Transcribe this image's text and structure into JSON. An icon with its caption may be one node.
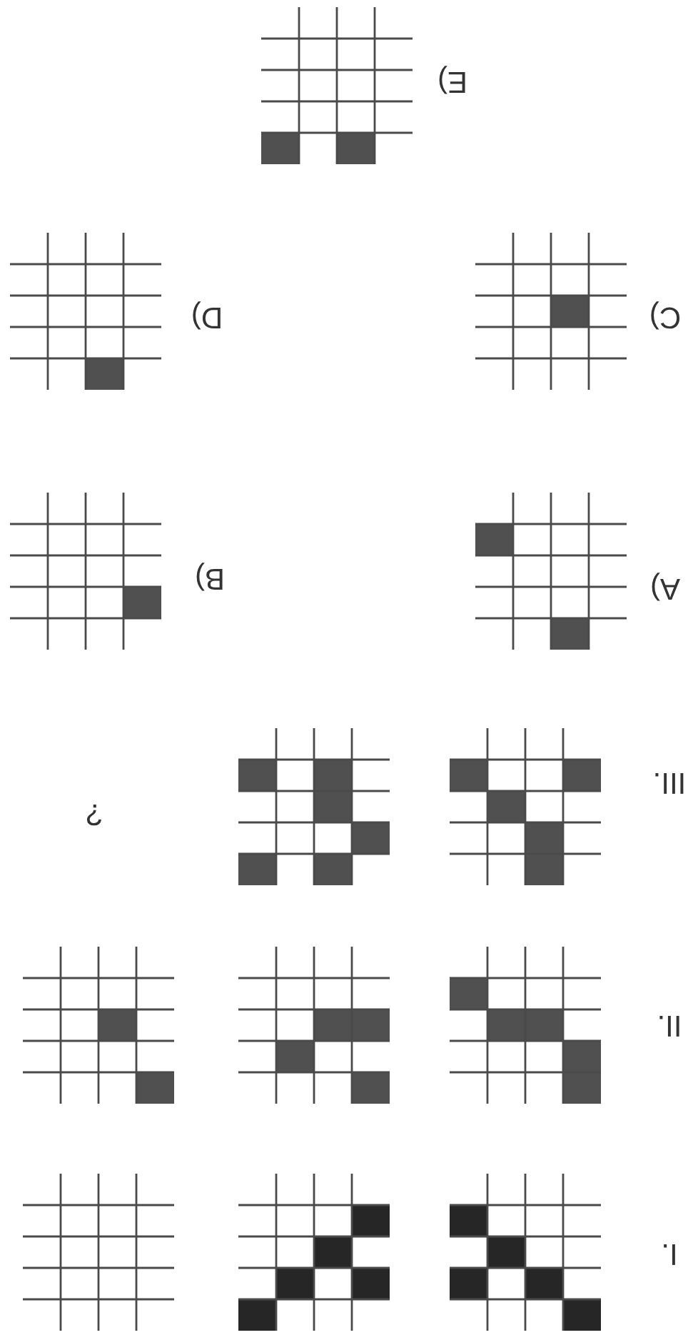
{
  "diagram": {
    "labels": [
      "I.",
      "II.",
      "III.",
      "?",
      "A)",
      "B)",
      "C)",
      "D)",
      "E)"
    ]
  }
}
